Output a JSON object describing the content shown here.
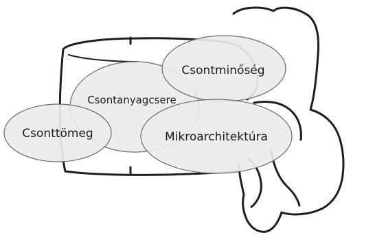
{
  "labels": {
    "csontminoseg": "Csontminőség",
    "csontanyagcsere": "Csontanyagcsere",
    "csonttomeg": "Csonttömeg",
    "mikroarchitektura": "Mikroarchitektúra"
  }
}
